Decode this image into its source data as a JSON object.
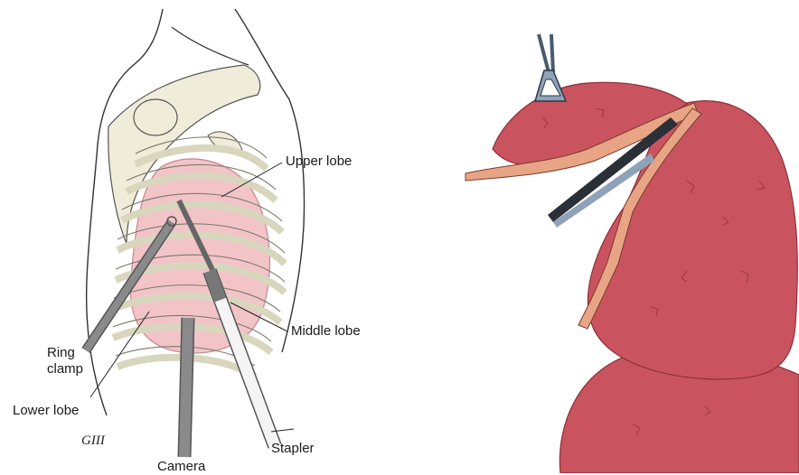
{
  "left_figure": {
    "labels": {
      "upper_lobe": "Upper lobe",
      "middle_lobe": "Middle lobe",
      "lower_lobe": "Lower lobe",
      "ring_clamp_line1": "Ring",
      "ring_clamp_line2": "clamp",
      "camera": "Camera",
      "stapler": "Stapler"
    },
    "signature": "GIII",
    "colors": {
      "lung_pink": "#f2c4c8",
      "bone": "#efedd9",
      "instrument_gray": "#8a8a8a",
      "stapler_white": "#f4f4f4"
    }
  },
  "right_figure": {
    "colors": {
      "lung_red": "#c9545f",
      "lung_dark": "#a63a45",
      "staple_band": "#e7a585",
      "instrument_steel": "#8fa2b8"
    }
  }
}
